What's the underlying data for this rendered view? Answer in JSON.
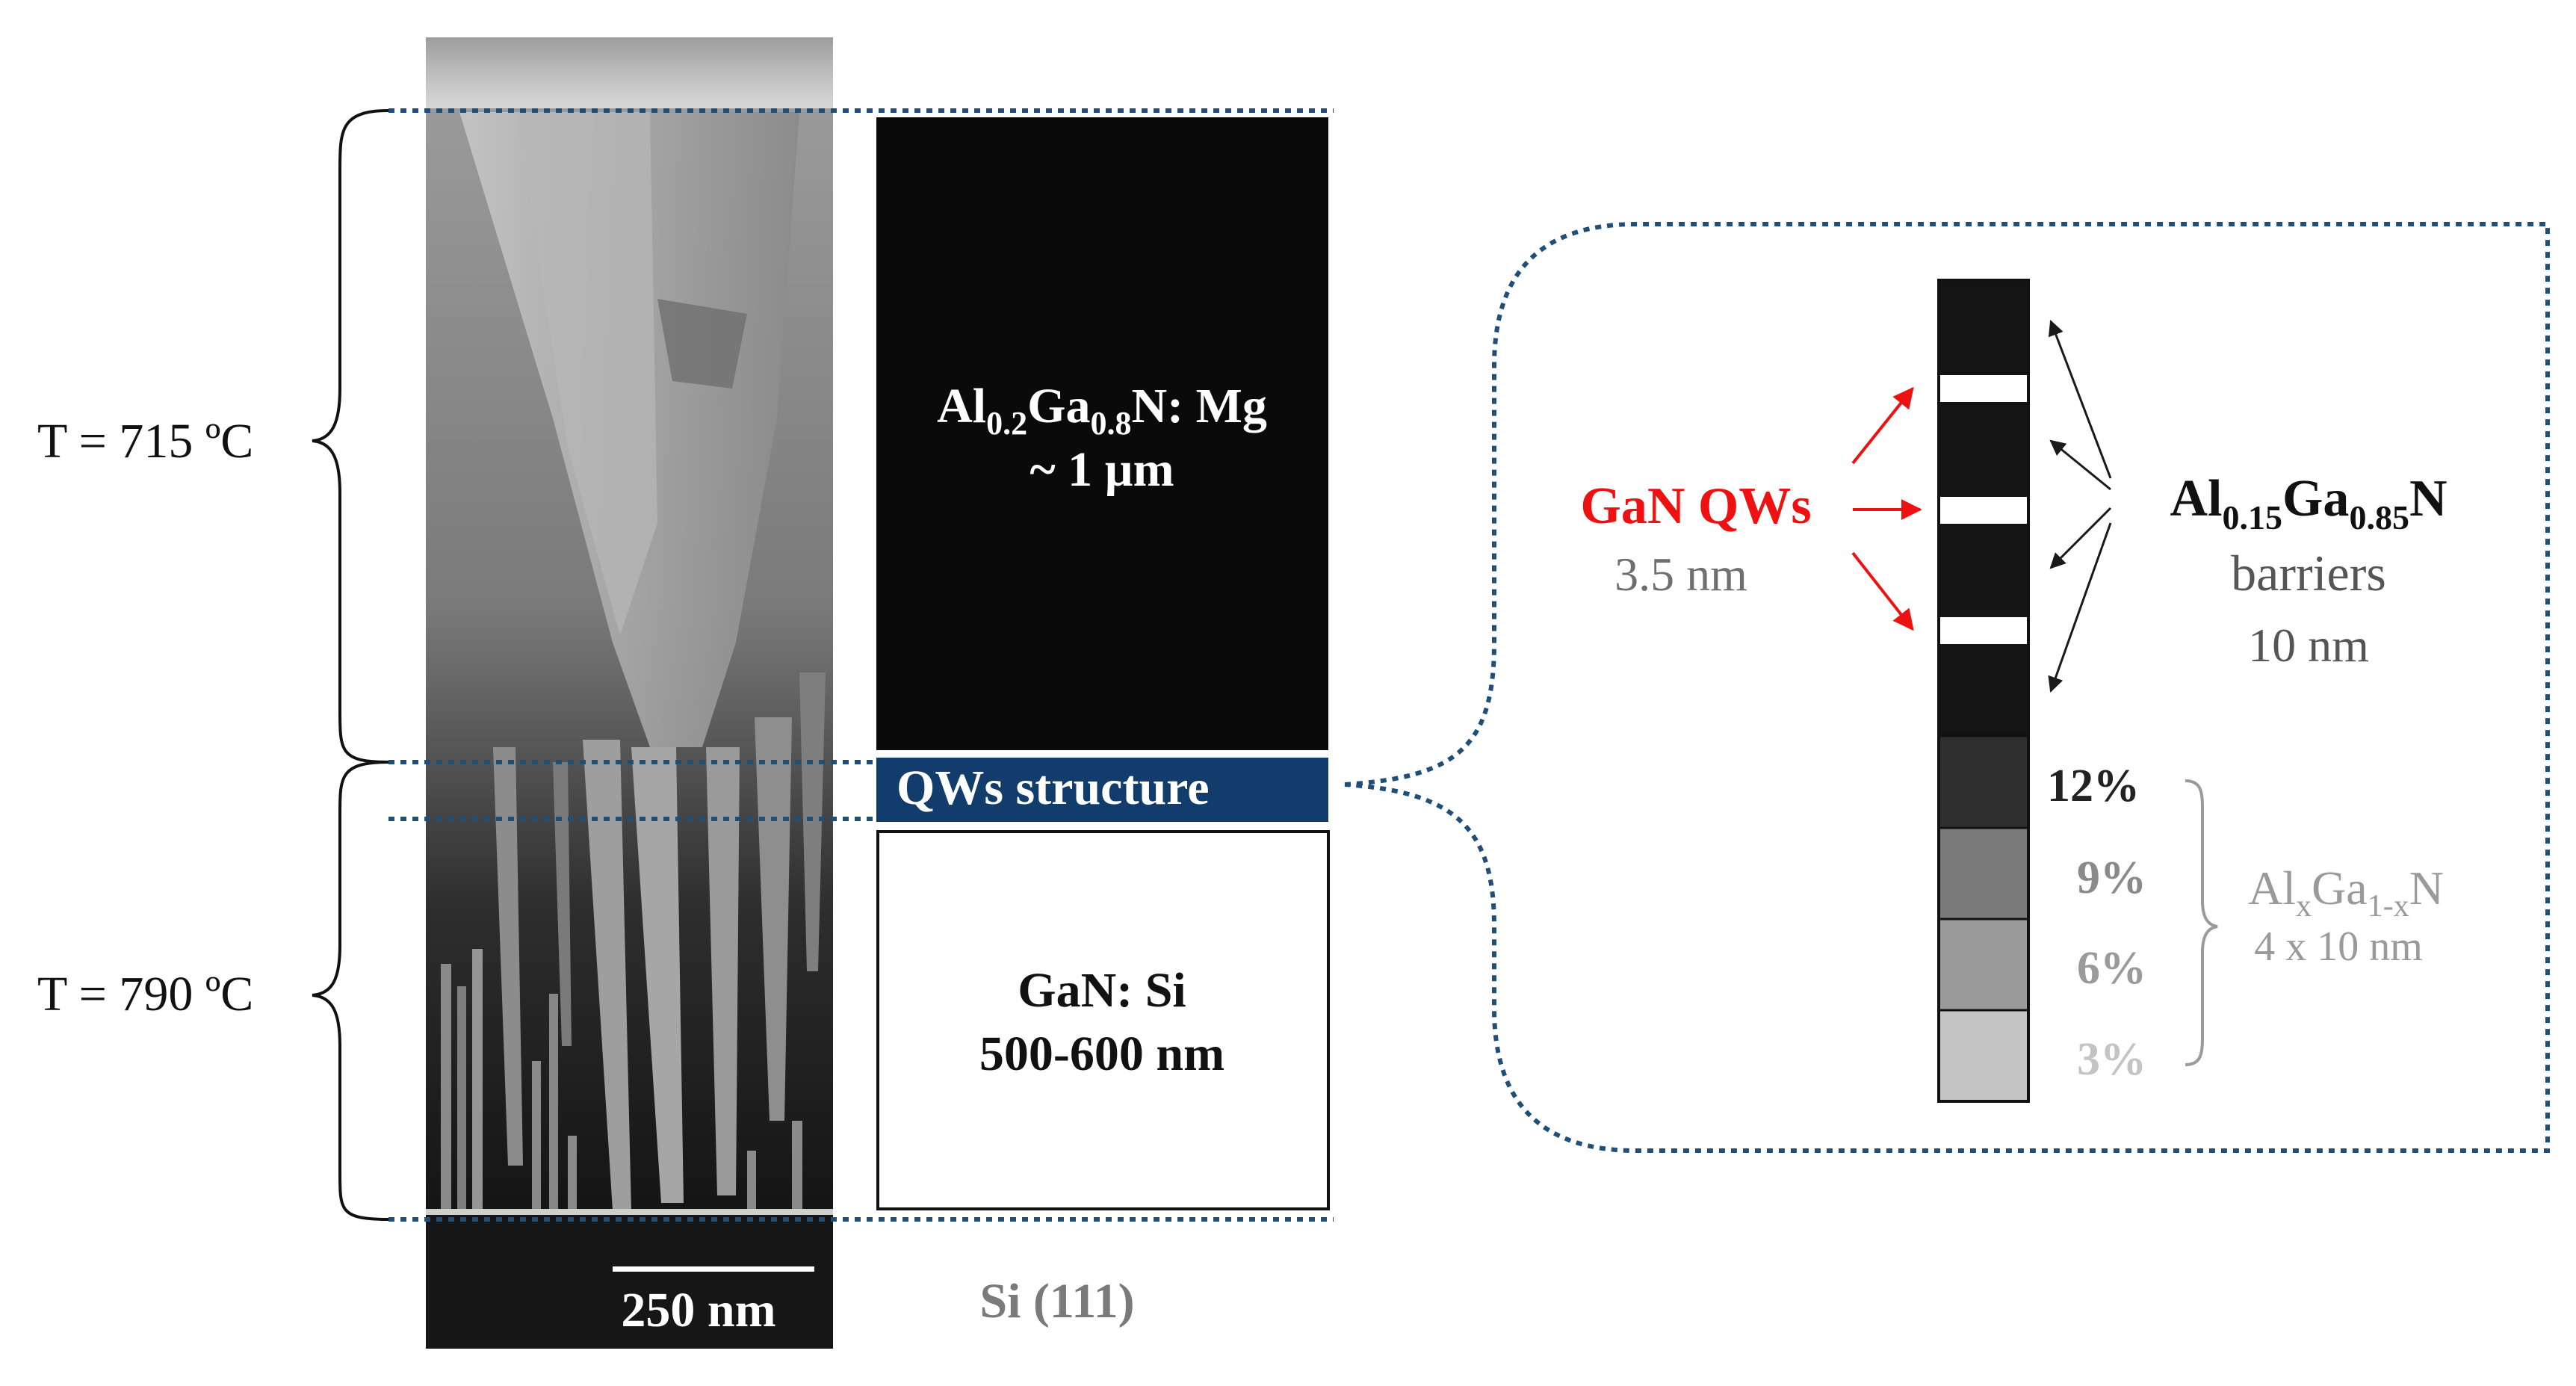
{
  "temperatures": {
    "upper": "T = 715 ºC",
    "lower": "T = 790 ºC"
  },
  "sem_image": {
    "scale_bar_label": "250 nm"
  },
  "layers": {
    "top": {
      "formula": {
        "al": "Al",
        "al_sub": "0.2",
        "ga": "Ga",
        "ga_sub": "0.8",
        "tail": "N: Mg"
      },
      "thickness": "~ 1 µm"
    },
    "qw": {
      "label": "QWs structure"
    },
    "bottom": {
      "name": "GaN: Si",
      "thickness": "500-600 nm"
    },
    "substrate": {
      "label": "Si (111)"
    }
  },
  "detail": {
    "wells": {
      "title": "GaN QWs",
      "thickness": "3.5 nm"
    },
    "barriers": {
      "formula": {
        "al": "Al",
        "al_sub": "0.15",
        "ga": "Ga",
        "ga_sub": "0.85",
        "tail": "N"
      },
      "name": "barriers",
      "thickness": "10 nm"
    },
    "graded": {
      "percentages": [
        "12%",
        "9%",
        "6%",
        "3%"
      ],
      "formula": {
        "al": "Al",
        "al_sub": "x",
        "ga": "Ga",
        "ga_sub": "1-x",
        "tail": "N"
      },
      "thickness": "4 x 10 nm"
    }
  },
  "colors": {
    "dotted_line": "#1f4e79",
    "qw_band": "#123c6b",
    "wells_text": "#ee1111",
    "graded_text": "#9a9a9a",
    "barrier_fill": "#141414"
  }
}
